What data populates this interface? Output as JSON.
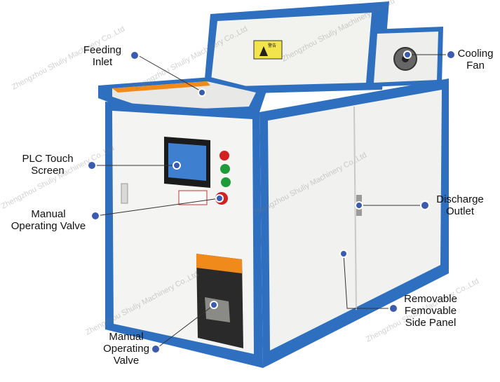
{
  "labels": {
    "feeding_inlet": [
      "Feeding",
      "Inlet"
    ],
    "cooling_fan": [
      "Cooling",
      "Fan"
    ],
    "plc_touch_screen": [
      "PLC Touch",
      "Screen"
    ],
    "manual_valve_1": [
      "Manual",
      "Operating Valve"
    ],
    "discharge_outlet": [
      "Discharge",
      "Outlet"
    ],
    "side_panel": [
      "Removable",
      "Femovable",
      "Side Panel"
    ],
    "manual_valve_2": [
      "Manual",
      "Operating",
      "Valve"
    ]
  },
  "watermark": "Zhengzhou Shuliy Machinery Co.,Ltd",
  "warning_text": "警告",
  "colors": {
    "frame_blue": "#2f6fbf",
    "panel_white": "#f4f4f2",
    "callout_dot": "#3b5bb0",
    "leader_line": "#333333",
    "hazard_orange": "#f08a1a"
  }
}
